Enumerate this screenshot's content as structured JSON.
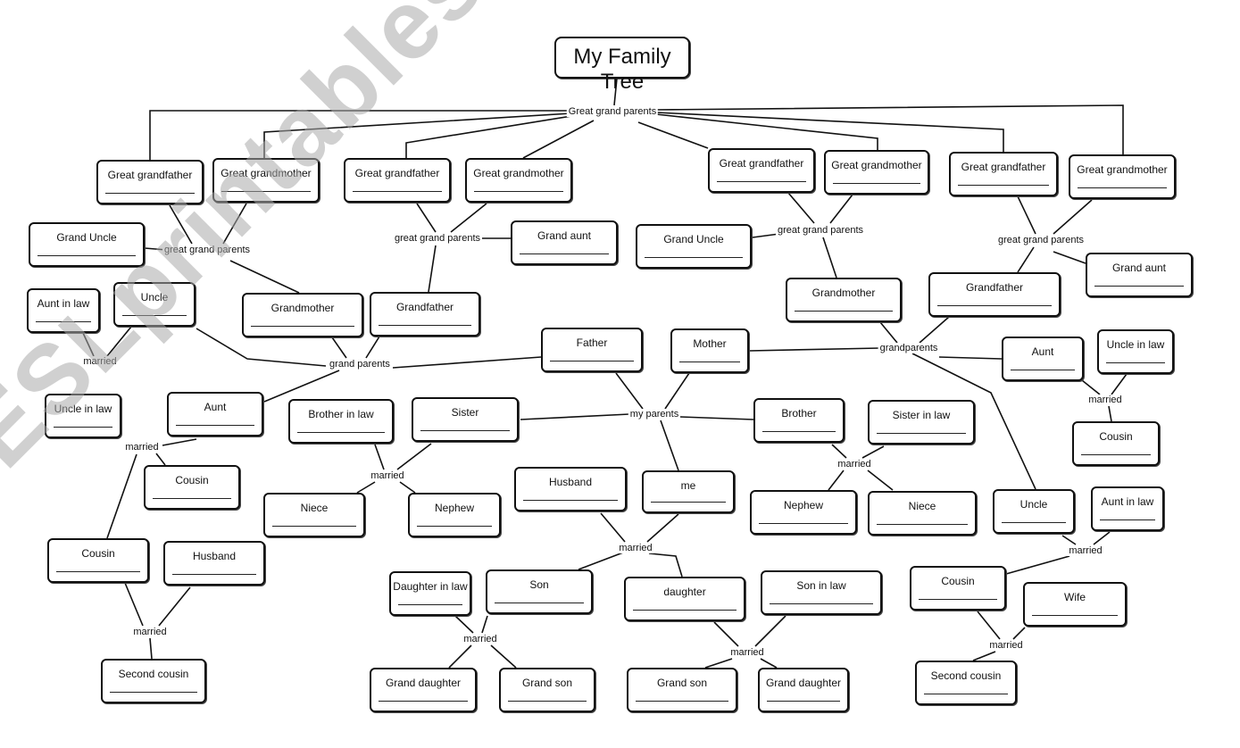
{
  "title": "My Family Tree",
  "watermark": "ESLprintables.com",
  "boxes": [
    "My Family Tree",
    "Great grandfather",
    "Great grandmother",
    "Great grandfather",
    "Great grandmother",
    "Great grandfather",
    "Great grandmother",
    "Great grandfather",
    "Great grandmother",
    "Grand Uncle",
    "Grand aunt",
    "Grand Uncle",
    "Grand aunt",
    "Aunt in law",
    "Uncle",
    "Grandmother",
    "Grandfather",
    "Grandmother",
    "Grandfather",
    "Father",
    "Mother",
    "Aunt",
    "Uncle in law",
    "Uncle in law",
    "Aunt",
    "Brother in law",
    "Sister",
    "Brother",
    "Sister in law",
    "Cousin",
    "Cousin",
    "Niece",
    "Nephew",
    "Husband",
    "me",
    "Nephew",
    "Niece",
    "Uncle",
    "Aunt in law",
    "Cousin",
    "Husband",
    "Cousin",
    "Wife",
    "Daughter in law",
    "Son",
    "daughter",
    "Son in law",
    "Second cousin",
    "Grand daughter",
    "Grand son",
    "Grand son",
    "Grand daughter",
    "Second cousin"
  ],
  "connectors": [
    "Great grand parents",
    "great grand parents",
    "great grand parents",
    "great grand parents",
    "great grand parents",
    "grand parents",
    "grandparents",
    "my parents",
    "married",
    "married",
    "married",
    "married",
    "married",
    "married",
    "married",
    "married",
    "married",
    "married",
    "married"
  ]
}
